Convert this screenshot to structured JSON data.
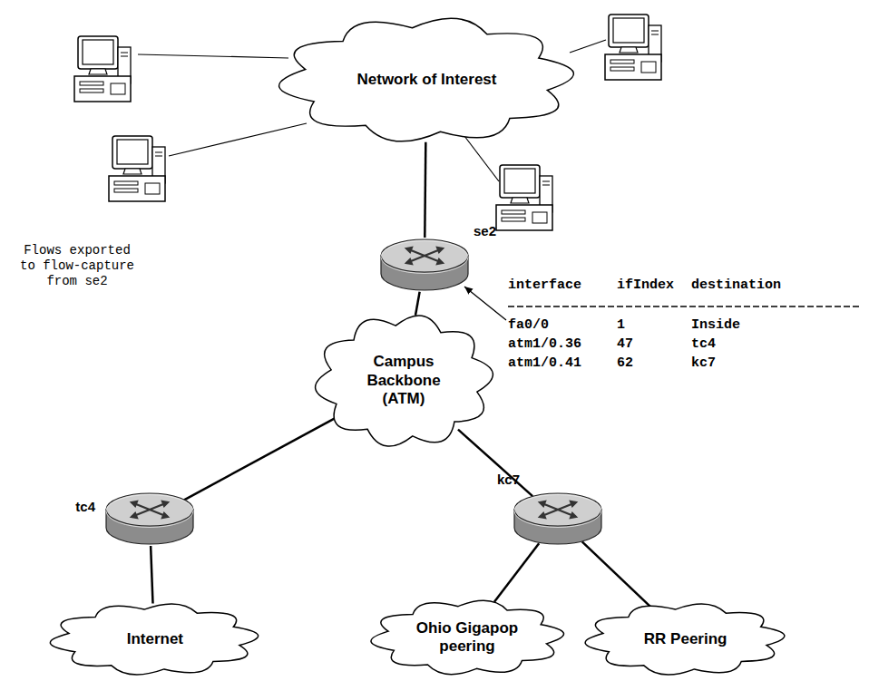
{
  "diagram": {
    "nodes": [
      {
        "text": [
          "Network of Interest"
        ]
      },
      {
        "text": [
          "se2"
        ]
      },
      {
        "text": [
          "Campus Backbone (ATM)"
        ]
      },
      {
        "text": [
          "tc4"
        ]
      },
      {
        "text": [
          "kc7"
        ]
      },
      {
        "text": [
          "Internet"
        ]
      },
      {
        "text": [
          "Ohio Gigapop peering"
        ]
      },
      {
        "text": [
          "RR Peering"
        ]
      }
    ],
    "edges": [
      {
        "from": 0,
        "to": 1,
        "arrow": "none"
      },
      {
        "from": 1,
        "to": 2,
        "arrow": "none"
      },
      {
        "from": 2,
        "to": 3,
        "arrow": "none"
      },
      {
        "from": 2,
        "to": 4,
        "arrow": "none"
      },
      {
        "from": 3,
        "to": 5,
        "arrow": "none"
      },
      {
        "from": 4,
        "to": 6,
        "arrow": "none"
      },
      {
        "from": 4,
        "to": 7,
        "arrow": "none"
      }
    ],
    "labels": [
      "Flows exported to flow-capture from se2",
      "interface",
      "ifIndex",
      "destination",
      "fa0/0",
      "1",
      "Inside",
      "atm1/0.36",
      "47",
      "tc4",
      "atm1/0.41",
      "62",
      "kc7"
    ]
  }
}
